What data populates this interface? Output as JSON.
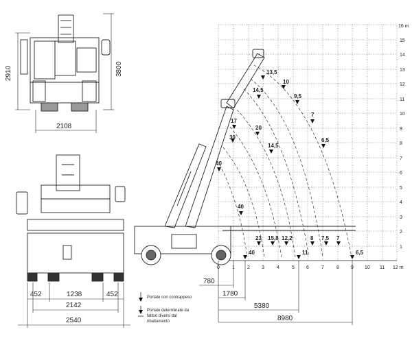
{
  "front_view": {
    "height_left": "2910",
    "height_right": "3800",
    "width": "2108"
  },
  "rear_view": {
    "track_left": "452",
    "track_mid": "1238",
    "track_right": "452",
    "width_inner": "2142",
    "width_outer": "2540"
  },
  "chart": {
    "y_unit": "16 m",
    "x_unit": "12 m",
    "y_ticks": [
      "1",
      "2",
      "3",
      "4",
      "5",
      "6",
      "7",
      "8",
      "9",
      "10",
      "11",
      "12",
      "13",
      "14",
      "15"
    ],
    "x_ticks": [
      "0",
      "1",
      "2",
      "3",
      "4",
      "5",
      "6",
      "7",
      "8",
      "9",
      "10",
      "11"
    ],
    "capacities": [
      {
        "label": "13,5"
      },
      {
        "label": "10"
      },
      {
        "label": "14,5"
      },
      {
        "label": "9,5"
      },
      {
        "label": "7"
      },
      {
        "label": "17"
      },
      {
        "label": "20"
      },
      {
        "label": "30"
      },
      {
        "label": "6,5"
      },
      {
        "label": "14,5"
      },
      {
        "label": "40"
      },
      {
        "label": "40"
      },
      {
        "label": "23"
      },
      {
        "label": "15,8"
      },
      {
        "label": "12,2"
      },
      {
        "label": "8"
      },
      {
        "label": "7,5"
      },
      {
        "label": "7"
      },
      {
        "label": "40"
      },
      {
        "label": "11"
      },
      {
        "label": "6,5"
      }
    ]
  },
  "reach": {
    "r1": "780",
    "r2": "1780",
    "r3": "5380",
    "r4": "8980"
  },
  "legend": {
    "item1": "Portate con contrappeso",
    "item2_line1": "Portate determinate da",
    "item2_line2": "fattori diversi dal",
    "item2_line3": "ribaltamento"
  }
}
